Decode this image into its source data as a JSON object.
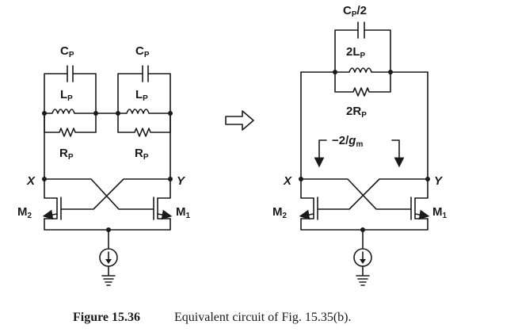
{
  "left_circuit": {
    "cap1": {
      "main": "C",
      "sub": "P"
    },
    "ind1": {
      "main": "L",
      "sub": "P"
    },
    "res1": {
      "main": "R",
      "sub": "P"
    },
    "cap2": {
      "main": "C",
      "sub": "P"
    },
    "ind2": {
      "main": "L",
      "sub": "P"
    },
    "res2": {
      "main": "R",
      "sub": "P"
    },
    "node_x": "X",
    "node_y": "Y",
    "m2": {
      "main": "M",
      "sub": "2"
    },
    "m1": {
      "main": "M",
      "sub": "1"
    }
  },
  "right_circuit": {
    "cap": {
      "main": "C",
      "sub": "P",
      "suffix": "/2"
    },
    "ind": {
      "prefix": "2",
      "main": "L",
      "sub": "P"
    },
    "res": {
      "prefix": "2",
      "main": "R",
      "sub": "P"
    },
    "neg_g": {
      "prefix": "−2/",
      "main": "g",
      "sub": "m"
    },
    "node_x": "X",
    "node_y": "Y",
    "m2": {
      "main": "M",
      "sub": "2"
    },
    "m1": {
      "main": "M",
      "sub": "1"
    }
  },
  "caption": {
    "number": "Figure 15.36",
    "text": "Equivalent circuit of Fig. 15.35(b)."
  }
}
